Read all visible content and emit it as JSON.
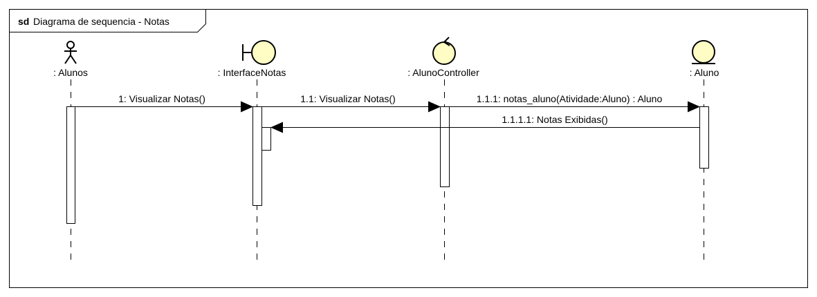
{
  "frame": {
    "keyword": "sd",
    "title": "Diagrama de sequencia - Notas"
  },
  "lifelines": [
    {
      "label": ": Alunos",
      "kind": "actor"
    },
    {
      "label": ": InterfaceNotas",
      "kind": "boundary"
    },
    {
      "label": ": AlunoController",
      "kind": "control"
    },
    {
      "label": ": Aluno",
      "kind": "entity"
    }
  ],
  "messages": [
    {
      "label": "1: Visualizar Notas()",
      "from": ": Alunos",
      "to": ": InterfaceNotas"
    },
    {
      "label": "1.1: Visualizar Notas()",
      "from": ": InterfaceNotas",
      "to": ": AlunoController"
    },
    {
      "label": "1.1.1: notas_aluno(Atividade:Aluno) : Aluno",
      "from": ": AlunoController",
      "to": ": Aluno"
    },
    {
      "label": "1.1.1.1: Notas Exibidas()",
      "from": ": Aluno",
      "to": ": InterfaceNotas"
    }
  ],
  "colors": {
    "element_fill": "#fffcc4",
    "stroke": "#000000"
  }
}
